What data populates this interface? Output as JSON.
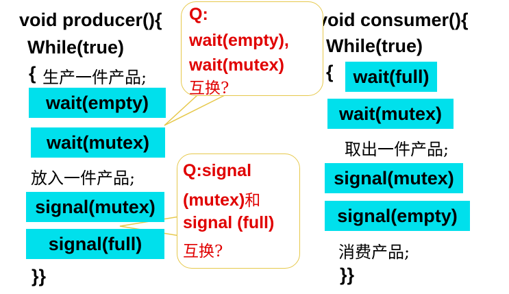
{
  "producer": {
    "header": "void producer(){",
    "while_line": "While(true)",
    "brace_open": "{",
    "produce_item": "生产一件产品;",
    "wait_empty": "wait(empty)",
    "wait_mutex": "wait(mutex)",
    "put_item": "放入一件产品;",
    "signal_mutex": "signal(mutex)",
    "signal_full": "signal(full)",
    "brace_close": "}}"
  },
  "consumer": {
    "header": "void consumer(){",
    "while_line": "While(true)",
    "brace_open": "{",
    "wait_full": "wait(full)",
    "wait_mutex": "wait(mutex)",
    "take_item": "取出一件产品;",
    "signal_mutex": "signal(mutex)",
    "signal_empty": "signal(empty)",
    "consume_item": "消费产品;",
    "brace_close": "}}"
  },
  "callout_1": {
    "q": "Q:",
    "line1": "wait(empty),",
    "line2": "wait(mutex)",
    "line3": "互换?"
  },
  "callout_2": {
    "q_prefix": "Q:",
    "q_rest": "signal",
    "line2_a": "(mutex)",
    "line2_b": "和",
    "line3": "signal (full)",
    "line4": "互换?"
  },
  "colors": {
    "highlight": "#00e0ec",
    "question_text": "#e00000",
    "bubble_border": "#e6c84a"
  }
}
